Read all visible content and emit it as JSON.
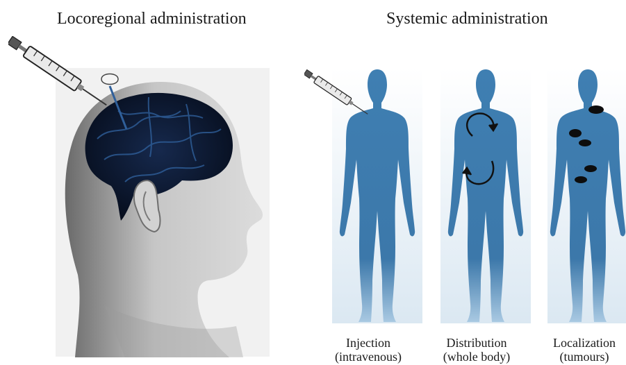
{
  "left_panel": {
    "title": "Locoregional administration"
  },
  "right_panel": {
    "title": "Systemic administration",
    "stages": [
      {
        "line1": "Injection",
        "line2": "(intravenous)"
      },
      {
        "line1": "Distribution",
        "line2": "(whole body)"
      },
      {
        "line1": "Localization",
        "line2": "(tumours)"
      }
    ]
  },
  "colors": {
    "body_blue": "#3f7fb2",
    "brain_dark": "#0c1a33",
    "head_grey": "#b8b8b8"
  }
}
